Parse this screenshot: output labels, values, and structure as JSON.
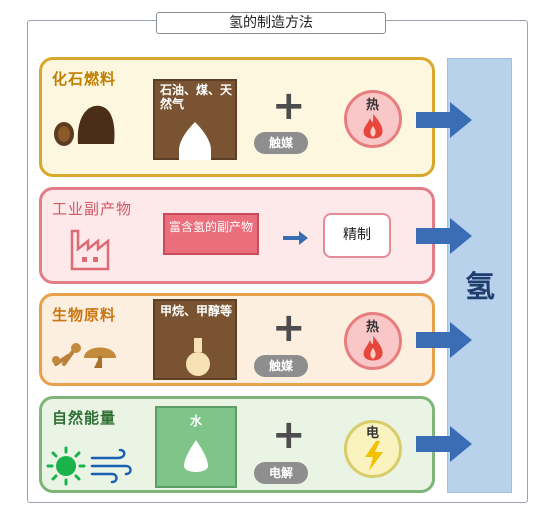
{
  "title": "氢的制造方法",
  "hydrogen_label": "氢",
  "rows": [
    {
      "title": "化石燃料",
      "source": "石油、煤、天然气",
      "catalyst": "触媒",
      "energy": "热"
    },
    {
      "title": "工业副产物",
      "byproduct": "富含氢的副产物",
      "refine": "精制"
    },
    {
      "title": "生物原料",
      "source": "甲烷、甲醇等",
      "catalyst": "触媒",
      "energy": "热"
    },
    {
      "title": "自然能量",
      "source": "水",
      "catalyst": "电解",
      "energy": "电"
    }
  ],
  "icons": [
    "wood-log-icon",
    "coal-icon",
    "oil-drop-icon",
    "factory-icon",
    "flask-icon",
    "plant-icon",
    "sun-icon",
    "wind-icon",
    "water-drop-icon",
    "flame-icon",
    "lightning-icon"
  ],
  "colors": {
    "fossil": "#d9a72b",
    "industrial": "#e37d88",
    "bio": "#e9a04a",
    "natural": "#7fb47a",
    "arrow": "#3a6db3",
    "hydrogen_bar": "#b9d2ec"
  }
}
